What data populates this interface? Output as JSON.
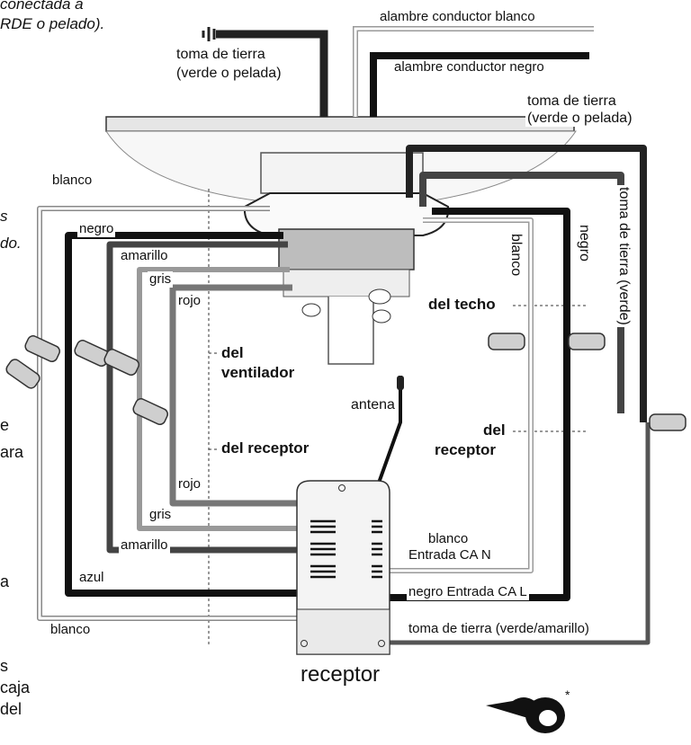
{
  "left_fragments": [
    "conectada a",
    "RDE o pelado).",
    "s",
    "do.",
    "e",
    "ara",
    "a",
    "s",
    "caja",
    "del"
  ],
  "labels": {
    "toma_tierra_top": [
      "toma de tierra",
      "(verde o pelada)"
    ],
    "alambre_blanco": "alambre conductor blanco",
    "alambre_negro": "alambre conductor negro",
    "toma_tierra_right": [
      "toma de tierra",
      "(verde o pelada)"
    ],
    "blanco_top": "blanco",
    "negro_left": "negro",
    "amarillo_top": "amarillo",
    "gris_top": "gris",
    "rojo_top": "rojo",
    "del_ventilador": [
      "del",
      "ventilador"
    ],
    "del_techo": "del techo",
    "blanco_vertical": "blanco",
    "negro_vertical": "negro",
    "toma_tierra_vertical": "toma de tierra (verde)",
    "antena": "antena",
    "del_receptor_left": "del receptor",
    "del_receptor_right": [
      "del",
      "receptor"
    ],
    "rojo_bottom": "rojo",
    "gris_bottom": "gris",
    "amarillo_bottom": "amarillo",
    "azul": "azul",
    "blanco_bottom": "blanco",
    "blanco_entrada": [
      "blanco",
      "Entrada CA N"
    ],
    "negro_entrada": "negro  Entrada CA L",
    "tierra_entrada": "toma de tierra (verde/amarillo)",
    "receptor": "receptor",
    "asterisk": "*"
  }
}
